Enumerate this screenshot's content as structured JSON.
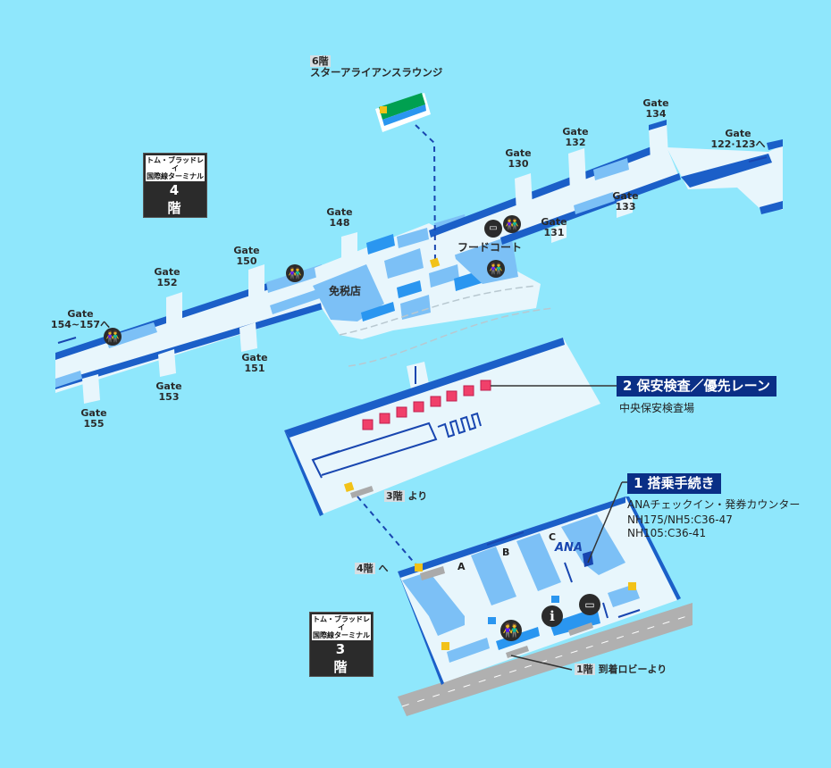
{
  "title_floor4": {
    "terminal": "トム・ブラッドレイ国際線ターミナル",
    "terminal_line1": "トム・ブラッドレイ",
    "terminal_line2": "国際線ターミナル",
    "floor": "4 階"
  },
  "title_floor3": {
    "terminal_line1": "トム・ブラッドレイ",
    "terminal_line2": "国際線ターミナル",
    "floor": "3 階"
  },
  "lounge": {
    "floor": "6階",
    "name": "スターアライアンスラウンジ"
  },
  "gates": {
    "g148": [
      "Gate",
      "148"
    ],
    "g150": [
      "Gate",
      "150"
    ],
    "g152": [
      "Gate",
      "152"
    ],
    "g154": [
      "Gate",
      "154~157へ"
    ],
    "g151": [
      "Gate",
      "151"
    ],
    "g153": [
      "Gate",
      "153"
    ],
    "g155": [
      "Gate",
      "155"
    ],
    "g130": [
      "Gate",
      "130"
    ],
    "g132": [
      "Gate",
      "132"
    ],
    "g134": [
      "Gate",
      "134"
    ],
    "g131": [
      "Gate",
      "131"
    ],
    "g133": [
      "Gate",
      "133"
    ],
    "g122": [
      "Gate",
      "122·123へ"
    ]
  },
  "areas": {
    "duty_free": "免税店",
    "food_court": "フードコート"
  },
  "security": {
    "callout": "2 保安検査／優先レーン",
    "desc": "中央保安検査場"
  },
  "checkin": {
    "callout": "1 搭乗手続き",
    "desc": "ANAチェックイン・発券カウンター",
    "line1": "NH175/NH5:C36-47",
    "line2": "NH105:C36-41",
    "brand": "ANA",
    "rows": [
      "A",
      "B",
      "C"
    ]
  },
  "connectors": {
    "from3f_floor": "3階",
    "from3f_text": "より",
    "to4f_floor": "4階",
    "to4f_text": "へ",
    "from1f_floor": "1階",
    "from1f_text": "到着ロビーより"
  },
  "icons": {
    "restroom": "restroom-icon",
    "info": "i",
    "service": "baggage-service-icon"
  },
  "colors": {
    "background": "#8fe7fc",
    "floor": "#e8f6fc",
    "wall": "#1b5fc8",
    "shop": "#7cc0f6",
    "security_lane": "#f0406a",
    "lounge": "#00a050",
    "callout": "#0a2f86"
  }
}
